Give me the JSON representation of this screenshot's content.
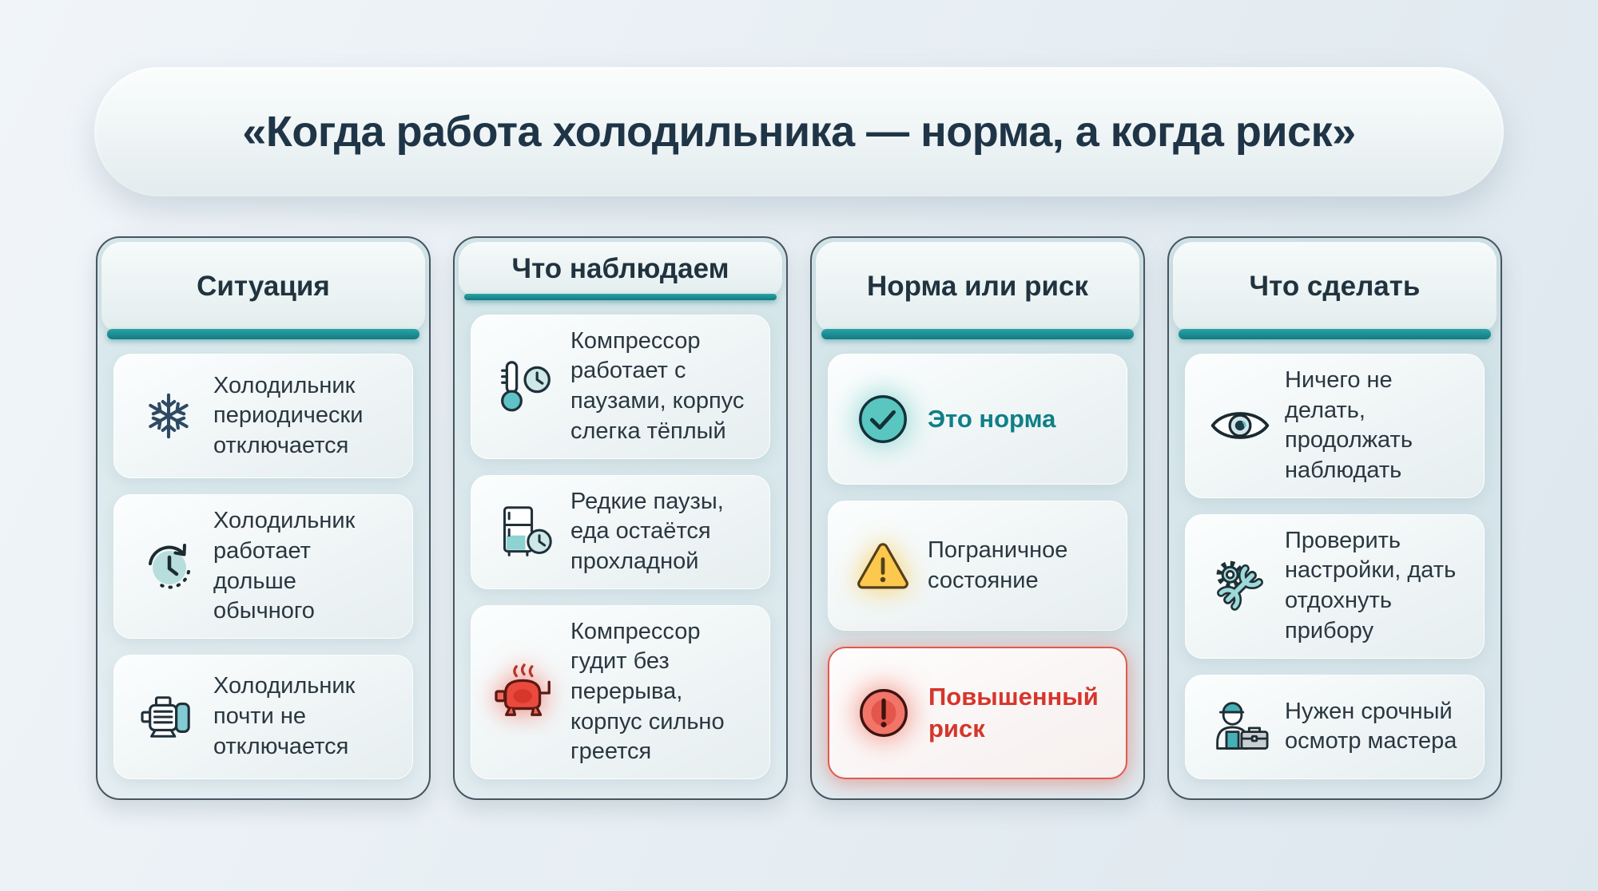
{
  "title": "«Когда работа холодильника — норма, а когда риск»",
  "columns": [
    {
      "header": "Ситуация",
      "cards": [
        {
          "icon": "snowflake-icon",
          "text": "Холодильник периодически отключается"
        },
        {
          "icon": "clock-cycle-icon",
          "text": "Холодильник работает дольше обычного"
        },
        {
          "icon": "compressor-motor-icon",
          "text": "Холодильник почти не отключается"
        }
      ]
    },
    {
      "header": "Что наблюдаем",
      "cards": [
        {
          "icon": "thermometer-clock-icon",
          "text": "Компрессор работает с паузами, корпус слегка тёплый"
        },
        {
          "icon": "fridge-clock-icon",
          "text": "Редкие паузы, еда остаётся прохладной"
        },
        {
          "icon": "hot-compressor-icon",
          "text": "Компрессор гудит без перерыва, корпус сильно греется"
        }
      ]
    },
    {
      "header": "Норма или риск",
      "cards": [
        {
          "icon": "check-circle-icon",
          "text": "Это норма",
          "status": "ok"
        },
        {
          "icon": "warning-triangle-icon",
          "text": "Пограничное состояние",
          "status": "warn"
        },
        {
          "icon": "alert-circle-icon",
          "text": "Повышенный риск",
          "status": "risk"
        }
      ]
    },
    {
      "header": "Что сделать",
      "cards": [
        {
          "icon": "eye-icon",
          "text": "Ничего не делать, продолжать наблюдать"
        },
        {
          "icon": "settings-wrench-icon",
          "text": "Проверить настройки, дать отдохнуть прибору"
        },
        {
          "icon": "technician-icon",
          "text": "Нужен срочный осмотр мастера"
        }
      ]
    }
  ],
  "colors": {
    "accent_teal": "#17838a",
    "header_bar": "#1d8d92",
    "title_text": "#1f3547",
    "ok_text": "#0f7f88",
    "risk_text": "#d5362c",
    "risk_border": "#e05a4e",
    "warning_yellow": "#fcc84e",
    "alert_red": "#f2756a",
    "check_teal": "#59c6c0"
  }
}
